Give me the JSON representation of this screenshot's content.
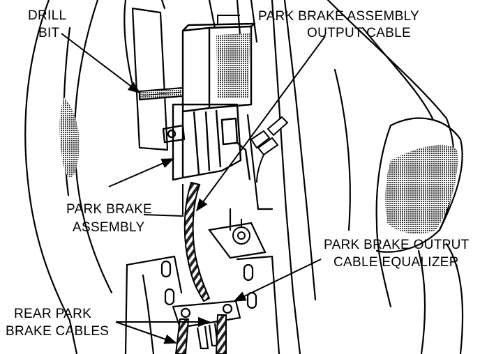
{
  "labels": {
    "drill_bit": [
      "DRILL",
      "BIT"
    ],
    "assembly_output_cable": [
      "PARK BRAKE ASSEMBLY",
      "OUTPUT CABLE"
    ],
    "park_brake_assembly": [
      "PARK BRAKE",
      "ASSEMBLY"
    ],
    "output_cable_equalizer": [
      "PARK BRAKE OUTPUT",
      "CABLE EQUALIZER"
    ],
    "rear_park_brake_cables": [
      "REAR PARK",
      "BRAKE CABLES"
    ]
  },
  "colors": {
    "ink": "#000000",
    "paper": "#ffffff",
    "shade": "#555555"
  }
}
